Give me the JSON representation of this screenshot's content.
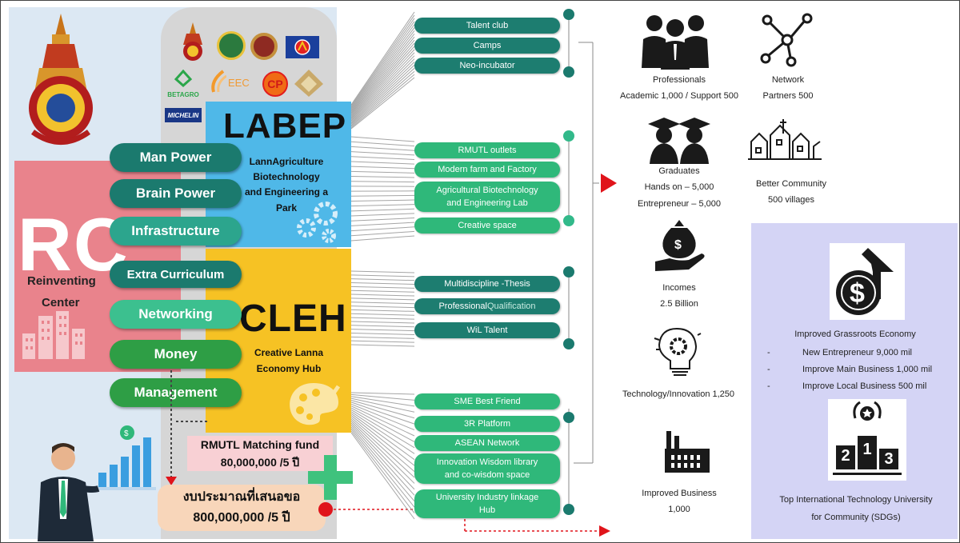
{
  "rc": {
    "big": "RC",
    "line1": "Reinventing",
    "line2": "Center"
  },
  "left_pills": [
    "Man Power",
    "Brain Power",
    "Infrastructure",
    "Extra Curriculum",
    "Networking",
    "Money",
    "Management"
  ],
  "labep": {
    "title": "LABEP",
    "desc_l1": "LannAgriculture",
    "desc_l2": "Biotechnology",
    "desc_l3": "and Engineering a",
    "desc_l4": "Park"
  },
  "cleh": {
    "title": "CLEH",
    "desc_l1": "Creative Lanna",
    "desc_l2": "Economy Hub"
  },
  "fund": {
    "line1": "RMUTL Matching fund",
    "line2": "80,000,000 /5 ปี"
  },
  "budget": {
    "line1": "งบประมาณที่เสนอขอ",
    "line2": "800,000,000 /5 ปี"
  },
  "partner_logos": [
    "BETAGRO",
    "EEC",
    "CP",
    "MICHELIN"
  ],
  "group1": [
    "Talent club",
    "Camps",
    "Neo-incubator"
  ],
  "group2": {
    "a": "RMUTL outlets",
    "b": "Modern farm and Factory",
    "c1": "Agricultural Biotechnology",
    "c2": "and Engineering Lab",
    "d": "Creative space"
  },
  "group3": {
    "a": "Multidiscipline -Thesis",
    "b1": "Professional",
    "b2": " Qualification",
    "c": "WiL Talent"
  },
  "group4": {
    "a": "SME Best Friend",
    "b": "3R Platform",
    "c": "ASEAN Network",
    "d1": "Innovation Wisdom library",
    "d2": "and co-wisdom space",
    "e1": "University Industry linkage",
    "e2": "Hub"
  },
  "outcomes": {
    "professionals": {
      "l1": "Professionals",
      "l2": "Academic 1,000 / Support 500"
    },
    "network": {
      "l1": "Network",
      "l2": "Partners 500"
    },
    "graduates": {
      "l1": "Graduates",
      "l2": "Hands on – 5,000",
      "l3": "Entrepreneur – 5,000"
    },
    "community": {
      "l1": "Better Community",
      "l2": "500 villages"
    },
    "incomes": {
      "l1": "Incomes",
      "l2": "2.5 Billion"
    },
    "technology": {
      "l1": "Technology/Innovation 1,250"
    },
    "business": {
      "l1": "Improved Business",
      "l2": "1,000"
    }
  },
  "grassroots": {
    "title": "Improved Grassroots Economy",
    "items": [
      "New Entrepreneur 9,000 mil",
      "Improve Main Business 1,000 mil",
      "Improve Local Business 500 mil"
    ]
  },
  "top": {
    "l1": "Top International Technology University",
    "l2": "for Community (SDGs)"
  },
  "podium": [
    "2",
    "1",
    "3"
  ],
  "colors": {
    "rc_pink": "#e9838c",
    "labep_blue": "#4fb8e8",
    "cleh_yellow": "#f6c224",
    "teal_dark": "#1b7a6e",
    "teal_light": "#2fb87a",
    "lavender": "#d4d4f5",
    "arrow_red": "#e0141b"
  }
}
